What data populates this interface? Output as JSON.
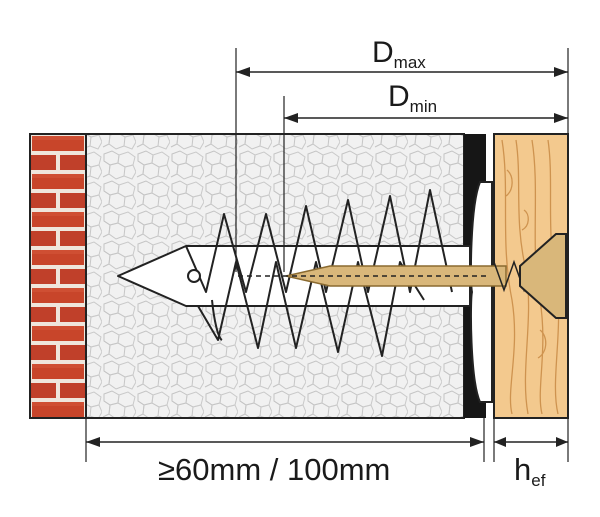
{
  "labels": {
    "d_max_main": "D",
    "d_max_sub": "max",
    "d_min_main": "D",
    "d_min_sub": "min",
    "length": "≥60mm / 100mm",
    "h_main": "h",
    "h_sub": "ef"
  },
  "colors": {
    "brick": "#c8452a",
    "brick_dark": "#9f2f1a",
    "mortar": "#efe6dc",
    "foam": "#f0f0f0",
    "foam_cell": "#c9c9c9",
    "board": "#161616",
    "wood": "#f3c98e",
    "wood_grain": "#c88a45",
    "screw": "#d9b77a",
    "screw_dark": "#8a6a30",
    "outline": "#222222"
  }
}
